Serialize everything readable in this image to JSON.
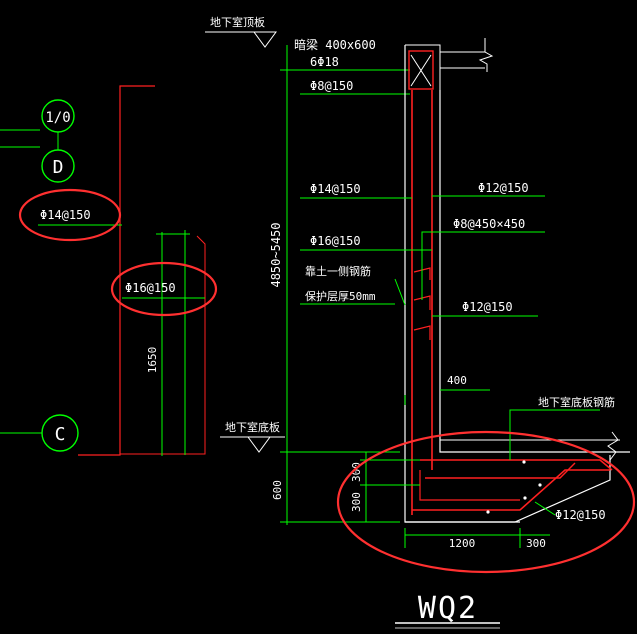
{
  "drawing": {
    "title": "WQ2",
    "axes": {
      "axis_1_0": "1/0",
      "axis_d": "D",
      "axis_c": "C"
    },
    "levels": {
      "top_slab": "地下室顶板",
      "bottom_slab": "地下室底板"
    },
    "beam": {
      "name": "暗梁 400x600",
      "bars": "6Φ18",
      "stirrup": "Φ8@150"
    },
    "rebar": {
      "left_phi14": "Φ14@150",
      "left_phi16": "Φ16@150",
      "wall_phi14": "Φ14@150",
      "wall_phi16": "Φ16@150",
      "right_phi12_top": "Φ12@150",
      "tie_phi8": "Φ8@450×450",
      "right_phi12_mid": "Φ12@150",
      "foot_phi12": "Φ12@150",
      "earth_side_rebar": "靠土一侧钢筋",
      "cover": "保护层厚50mm",
      "bottom_slab_rebar": "地下室底板钢筋"
    },
    "dims": {
      "wall_height": "4850~5450",
      "d1650": "1650",
      "d600": "600",
      "d400": "400",
      "d300a": "300",
      "d300b": "300",
      "d1200": "1200",
      "d300c": "300"
    }
  }
}
